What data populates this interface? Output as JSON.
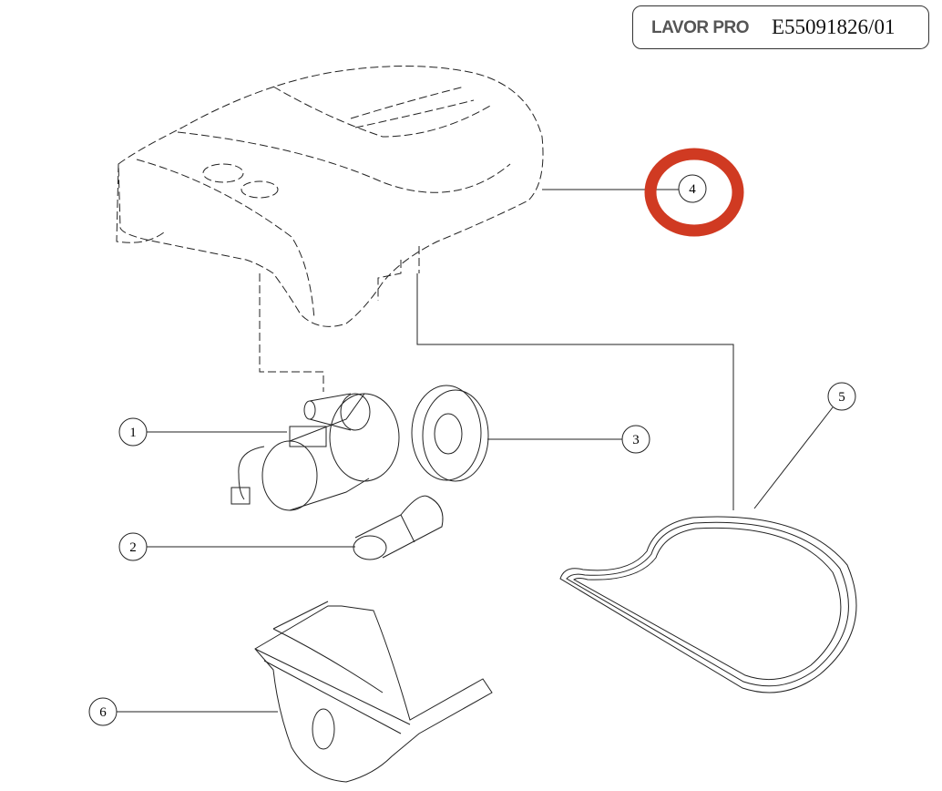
{
  "header": {
    "brand": "LAVOR PRO",
    "code": "E55091826/01"
  },
  "callouts": [
    "1",
    "2",
    "3",
    "4",
    "5",
    "6"
  ],
  "highlight_color": "#d03a22"
}
